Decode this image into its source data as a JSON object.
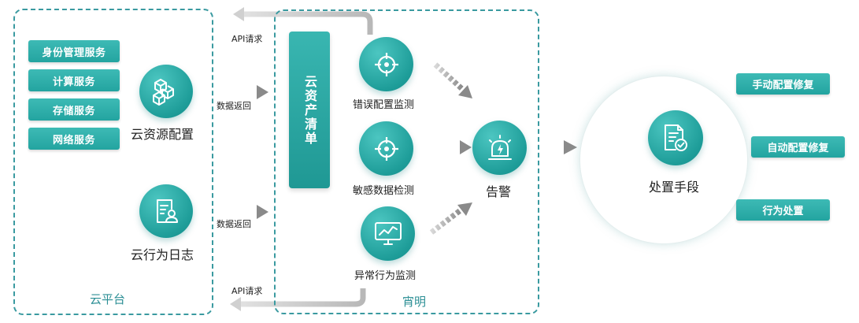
{
  "cloud_platform": {
    "label": "云平台",
    "services": [
      "身份管理服务",
      "计算服务",
      "存储服务",
      "网络服务"
    ],
    "resource_config": {
      "label": "云资源配置",
      "icon": "cubes-icon"
    },
    "behavior_log": {
      "label": "云行为日志",
      "icon": "log-user-icon"
    }
  },
  "xiaoming": {
    "label": "宵明",
    "asset_inventory": "云资产清单",
    "detections": [
      {
        "label": "错误配置监测",
        "icon": "target-icon"
      },
      {
        "label": "敏感数据检测",
        "icon": "target-icon"
      },
      {
        "label": "异常行为监测",
        "icon": "monitor-chart-icon"
      }
    ],
    "alert": {
      "label": "告警",
      "icon": "siren-icon"
    }
  },
  "arrows": {
    "api_request_top": "API请求",
    "data_return_top": "数据返回",
    "data_return_bottom": "数据返回",
    "api_request_bottom": "API请求"
  },
  "handling": {
    "label": "处置手段",
    "icon": "document-check-icon",
    "actions": [
      "手动配置修复",
      "自动配置修复",
      "行为处置"
    ]
  },
  "colors": {
    "teal": "#26a7a3",
    "border_teal": "#3a9aa0",
    "arrow_gray": "#888888"
  }
}
